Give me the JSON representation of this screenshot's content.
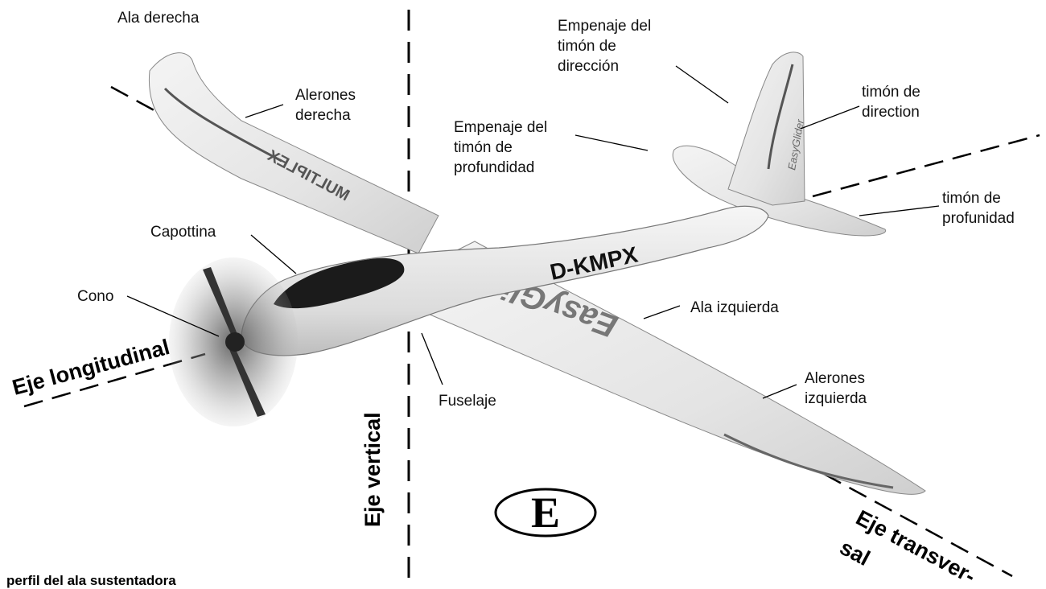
{
  "labels": {
    "ala_derecha": "Ala derecha",
    "alerones_derecha": [
      "Alerones",
      "derecha"
    ],
    "empenaje_direccion": [
      "Empenaje del",
      "timón de",
      "dirección"
    ],
    "timon_direction": [
      "timón de",
      "direction"
    ],
    "empenaje_profundidad": [
      "Empenaje del",
      "timón de",
      "profundidad"
    ],
    "timon_profunidad": [
      "timón de",
      "profunidad"
    ],
    "capottina": "Capottina",
    "cono": "Cono",
    "ala_izquierda": "Ala izquierda",
    "alerones_izquierda": [
      "Alerones",
      "izquierda"
    ],
    "fuselaje": "Fuselaje"
  },
  "axes": {
    "longitudinal": "Eje longitudinal",
    "vertical": "Eje vertical",
    "transversal_1": "Eje transver-",
    "transversal_2": "sal"
  },
  "plane": {
    "registration": "D-KMPX",
    "wing_lettering": "EasyGlider",
    "fin_lettering": "EasyGlider",
    "right_wing_lettering": "MULTIPLEX"
  },
  "language_badge": "E",
  "footer": "perfil del ala sustentadora"
}
